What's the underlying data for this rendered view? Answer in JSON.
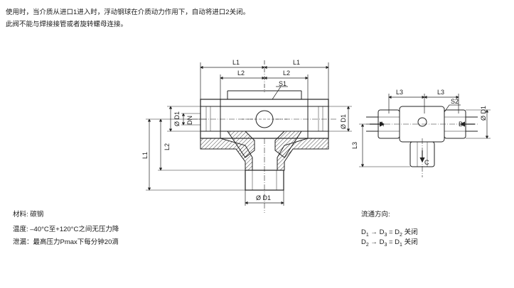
{
  "intro": {
    "line1": "使用时，当介质从进口1进入时，浮动钢球在介质动力作用下，自动将进口2关闭。",
    "line2": "此阀不能与焊接接管或者旋转螺母连接。"
  },
  "drawing_left": {
    "dim_L1_a": "L1",
    "dim_L1_b": "L1",
    "dim_L2_a": "L2",
    "dim_L2_b": "L2",
    "dim_S1": "S1",
    "dim_D1_left": "Ø D1",
    "dim_DN": "DN",
    "dim_D1_right": "Ø D1",
    "dim_L1_vert": "L1",
    "dim_L2_vert": "L2",
    "dim_D1_bottom": "Ø D1"
  },
  "drawing_right": {
    "dim_L3_a": "L3",
    "dim_L3_b": "L3",
    "dim_S2": "S2",
    "dim_D1": "Ø D1",
    "dim_L3_vert": "L3",
    "port_A": "A",
    "port_B": "B",
    "port_C": "C"
  },
  "specs": {
    "material": "材料: 碳钢",
    "temperature": "温度: –40°C至+120°C之间无压力降",
    "leakage": "泄漏：最高压力Pmax下每分钟20滴"
  },
  "flow": {
    "title": "流通方向:",
    "rule1": {
      "from": "D",
      "from_sub": "1",
      "to": "D",
      "to_sub": "3",
      "eq": "D",
      "eq_sub": "2",
      "suffix": "关闭"
    },
    "rule2": {
      "from": "D",
      "from_sub": "2",
      "to": "D",
      "to_sub": "3",
      "eq": "D",
      "eq_sub": "1",
      "suffix": "关闭"
    }
  }
}
